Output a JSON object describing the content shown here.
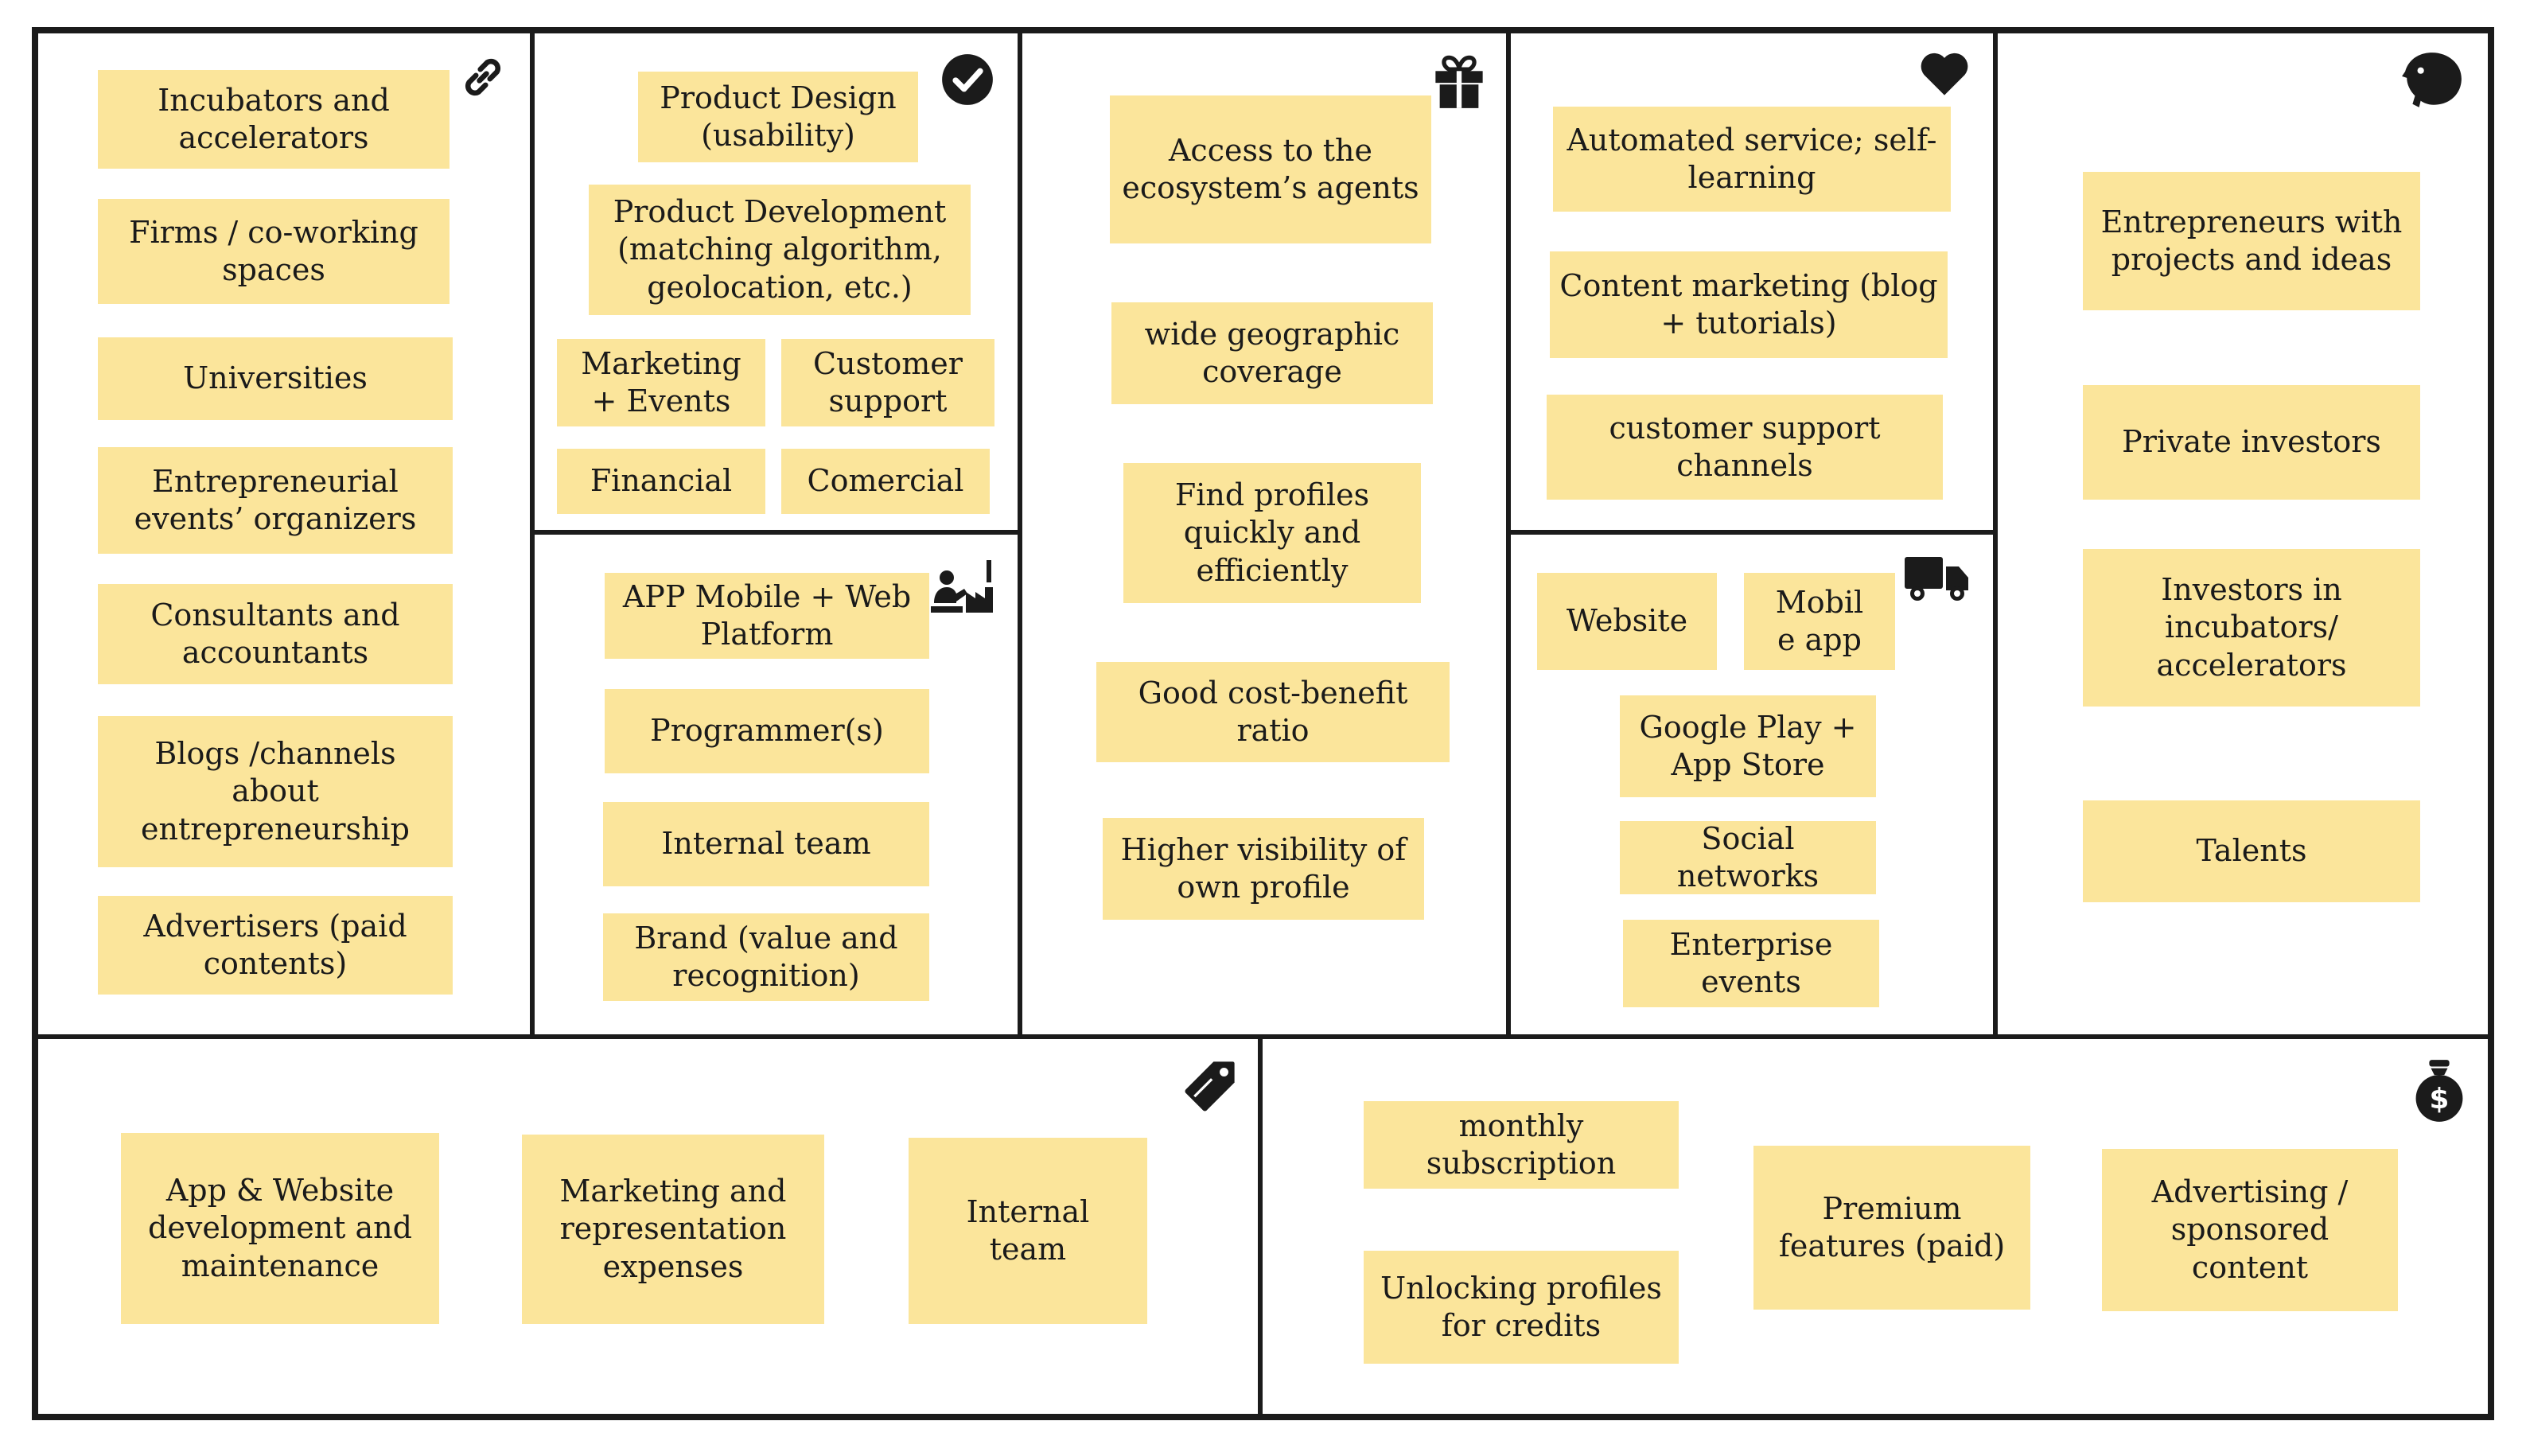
{
  "colors": {
    "sticky_note": "#fbe59b",
    "border": "#1b1b1b",
    "text": "#1a1a1a"
  },
  "icons": {
    "key_partners": "link-icon",
    "key_activities": "checkmark-icon",
    "value_propositions": "gift-icon",
    "customer_relationships": "heart-icon",
    "customer_segments": "person-head-icon",
    "key_resources": "worker-factory-icon",
    "channels": "delivery-truck-icon",
    "cost_structure": "price-tag-icon",
    "revenue_streams": "money-bag-icon"
  },
  "key_partners": {
    "notes": [
      "Incubators and\naccelerators",
      "Firms / co-working\nspaces",
      "Universities",
      "Entrepreneurial\nevents’ organizers",
      "Consultants and\naccountants",
      "Blogs /channels\nabout\nentrepreneurship",
      "Advertisers (paid\ncontents)"
    ]
  },
  "key_activities": {
    "notes": [
      "Product Design\n(usability)",
      "Product Development\n(matching algorithm,\ngeolocation, etc.)",
      "Marketing\n+ Events",
      "Customer\nsupport",
      "Financial",
      "Comercial"
    ]
  },
  "key_resources": {
    "notes": [
      "APP Mobile + Web\nPlatform",
      "Programmer(s)",
      "Internal team",
      "Brand (value and\nrecognition)"
    ]
  },
  "value_propositions": {
    "notes": [
      "Access to the\necosystem’s agents",
      "wide geographic\ncoverage",
      "Find profiles\nquickly and\nefficiently",
      "Good cost-benefit\nratio",
      "Higher visibility of\nown profile"
    ]
  },
  "customer_relationships": {
    "notes": [
      "Automated service; self-\nlearning",
      "Content marketing (blog\n+ tutorials)",
      "customer support\nchannels"
    ]
  },
  "channels": {
    "notes": [
      "Website",
      "Mobil\ne app",
      "Google Play +\nApp Store",
      "Social\nnetworks",
      "Enterprise\nevents"
    ]
  },
  "customer_segments": {
    "notes": [
      "Entrepreneurs with\nprojects and ideas",
      "Private investors",
      "Investors in\nincubators/\naccelerators",
      "Talents"
    ]
  },
  "cost_structure": {
    "notes": [
      "App & Website\ndevelopment and\nmaintenance",
      "Marketing and\nrepresentation\nexpenses",
      "Internal\nteam"
    ]
  },
  "revenue_streams": {
    "notes": [
      "monthly\nsubscription",
      "Unlocking profiles\nfor credits",
      "Premium\nfeatures (paid)",
      "Advertising /\nsponsored\ncontent"
    ]
  }
}
